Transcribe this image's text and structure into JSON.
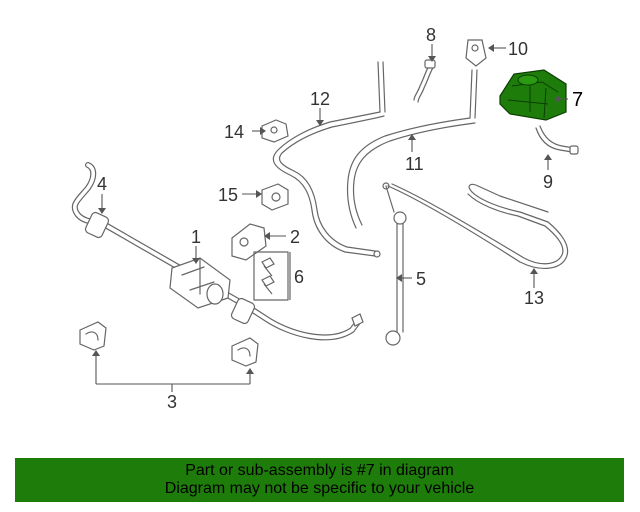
{
  "diagram": {
    "callouts": {
      "c1": "1",
      "c2": "2",
      "c3": "3",
      "c4": "4",
      "c5": "5",
      "c6": "6",
      "c7": "7",
      "c8": "8",
      "c9": "9",
      "c10": "10",
      "c11": "11",
      "c12": "12",
      "c13": "13",
      "c14": "14",
      "c15": "15"
    },
    "highlight_part": "7",
    "colors": {
      "highlight": "#1e7d0a",
      "line": "#666666"
    }
  },
  "banner": {
    "line1": "Part or sub-assembly is #7 in diagram",
    "line2": "Diagram may not be specific to your vehicle"
  }
}
